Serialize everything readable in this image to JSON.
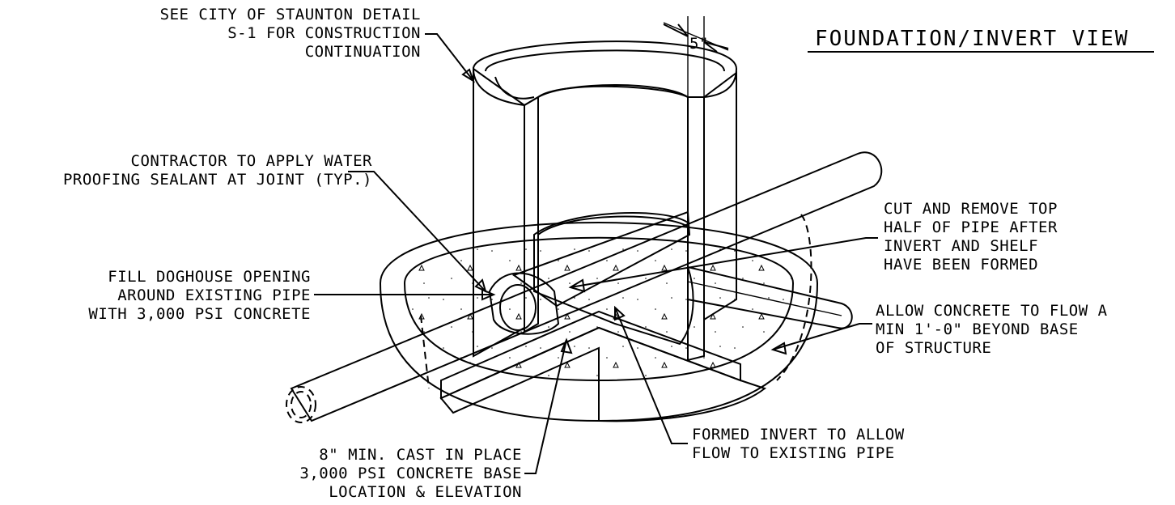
{
  "title": "FOUNDATION/INVERT VIEW",
  "dimension": "5\"",
  "labels": {
    "see_detail": [
      "SEE CITY OF STAUNTON DETAIL",
      "S-1 FOR CONSTRUCTION",
      "CONTINUATION"
    ],
    "sealant": [
      "CONTRACTOR TO APPLY WATER",
      "PROOFING SEALANT AT JOINT (TYP.)"
    ],
    "doghouse": [
      "FILL DOGHOUSE OPENING",
      "AROUND EXISTING PIPE",
      "WITH 3,000 PSI CONCRETE"
    ],
    "cut_remove": [
      "CUT AND REMOVE TOP",
      "HALF OF PIPE AFTER",
      "INVERT AND SHELF",
      "HAVE BEEN FORMED"
    ],
    "allow_flow": [
      "ALLOW CONCRETE TO FLOW A",
      "MIN 1'-0\" BEYOND BASE",
      "OF STRUCTURE"
    ],
    "base": [
      "8\" MIN. CAST IN PLACE",
      "3,000 PSI CONCRETE BASE",
      "LOCATION & ELEVATION"
    ],
    "invert": [
      "FORMED INVERT TO ALLOW",
      "FLOW TO EXISTING PIPE"
    ]
  }
}
